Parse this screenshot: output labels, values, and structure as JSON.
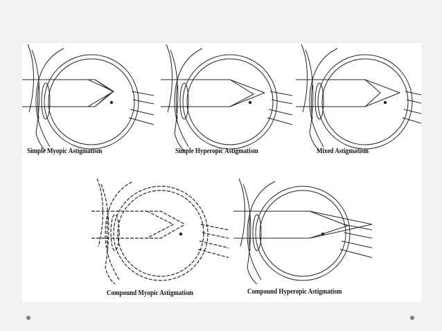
{
  "diagrams": [
    {
      "caption": "Simple Myopic Astigmatism"
    },
    {
      "caption": "Simple Hyperopic Astigmatism"
    },
    {
      "caption": "Mixed Astigmatism"
    },
    {
      "caption": "Compound Myopic Astigmatism"
    },
    {
      "caption": "Compound Hyperopic Astigmatism"
    }
  ],
  "colors": {
    "background": "#f1f1f1",
    "panel": "#ffffff",
    "line": "#222222",
    "bullet": "#7f7f7f"
  },
  "icons": {
    "slide_bullet": "circle-dot"
  }
}
